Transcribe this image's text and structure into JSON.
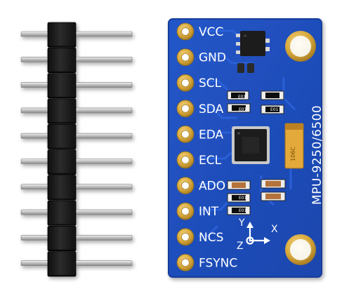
{
  "colors": {
    "background": "#ffffff",
    "pcb_blue": "#1f4fc0",
    "pcb_edge": "#163e9c",
    "trace_blue": "#2a5fd6",
    "gold_pad": "#d6a73a",
    "pin_metal": "#c9c9c9",
    "header_plastic": "#1b1b1b",
    "silkscreen": "#ffffff",
    "tantalum": "#e3a93a"
  },
  "header": {
    "pin_count": 10
  },
  "board": {
    "pin_labels": [
      "VCC",
      "GND",
      "SCL",
      "SDA",
      "EDA",
      "ECL",
      "ADO",
      "INT",
      "NCS",
      "FSYNC"
    ],
    "model_text": "MPU-9250/6500",
    "axis_labels": {
      "y": "Y",
      "x": "X",
      "z": "Z"
    },
    "capacitor_marking": "106C",
    "resistor_code": "E01"
  }
}
